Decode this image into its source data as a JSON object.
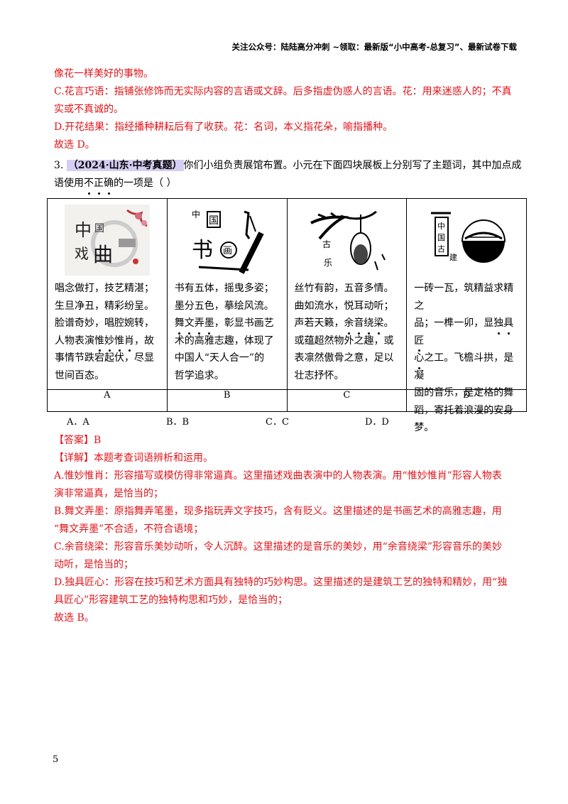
{
  "header": "关注公众号：陆陆高分冲刺  ~领取：最新版“小中高考-总复习”、最新试卷下载",
  "prev": {
    "l1": "像花一样美好的事物。",
    "c1": "C.花言巧语：指铺张修饰而无实际内容的言语或文辞。后多指虚伪惑人的言语。花：用来迷惑人的；不真",
    "c2": "实或不真诚的。",
    "d1": "D.开花结果：指经播种耕耘后有了收获。花：名词，本义指花朵，喻指播种。",
    "choose": "故选 D。"
  },
  "question": {
    "num": "3.",
    "tag": "（2024·山东·中考真题）",
    "text1": "你们小组负责展馆布置。小元在下面四块展板上分别写了主题词，其中加点成",
    "text2a": "语使用",
    "text2b": "不正确",
    "text2c": "的一项是（    ）"
  },
  "panels": [
    {
      "label": "A",
      "image": "chinese-opera-poster",
      "lines": [
        "唱念做打，技艺精湛；",
        "生旦净丑，精彩纷呈。",
        "脸谱奇妙，唱腔婉转，",
        "人物表演",
        "惟妙惟肖",
        "，故",
        "事情节跌宕起伏，尽显",
        "世间百态。"
      ]
    },
    {
      "label": "B",
      "image": "chinese-calligraphy-painting",
      "lines": [
        "书有五体，摇曳多姿；",
        "墨分五色，摹绘风流。",
        "舞文弄墨",
        "，彰显书画艺",
        "术的高雅志趣，体现了",
        "中国人“天人合一”的",
        "哲学追求。"
      ]
    },
    {
      "label": "C",
      "image": "ancient-music-instrument",
      "lines": [
        "丝竹有韵，五音多情。",
        "曲如流水，悦耳动听；",
        "声若天籁，",
        "余音绕梁",
        "。",
        "或蕴超然物外之趣，或",
        "表凛然傲骨之意，足以",
        "壮志抒怀。"
      ]
    },
    {
      "label": "D",
      "image": "ancient-architecture",
      "lines": [
        "一砖一瓦，筑精益求精之",
        "品；一榫一卯，显",
        "独具匠",
        "心",
        "之工。飞檐斗拱，是凝",
        "固的音乐，是定格的舞",
        "蹈，寄托着浪漫的安身",
        "梦。"
      ]
    }
  ],
  "options": [
    "A．A",
    "B．B",
    "C．C",
    "D．D"
  ],
  "answer": {
    "label": "【答案】",
    "value": "B"
  },
  "detail": {
    "label": "【详解】",
    "intro": "本题考查词语辨析和运用。",
    "a1": "A.惟妙惟肖：形容描写或模仿得非常逼真。这里描述戏曲表演中的人物表演。用“惟妙惟肖”形容人物表",
    "a2": "演非常逼真，是恰当的；",
    "b1": "B.舞文弄墨：原指舞弄笔墨，现多指玩弄文字技巧，含有贬义。这里描述的是书画艺术的高雅志趣，用",
    "b2": "“舞文弄墨”不合适，不符合语境；",
    "c1": "C.余音绕梁：形容音乐美妙动听，令人沉醉。这里描述的是音乐的美妙，用“余音绕梁”形容音乐的美妙",
    "c2": "动听，是恰当的；",
    "d1": "D.独具匠心：形容在技巧和艺术方面具有独特的巧妙构思。这里描述的是建筑工艺的独特和精妙，用“独",
    "d2": "具匠心”形容建筑工艺的独特构思和巧妙，是恰当的；",
    "choose": "故选 B。"
  },
  "page_number": "5"
}
